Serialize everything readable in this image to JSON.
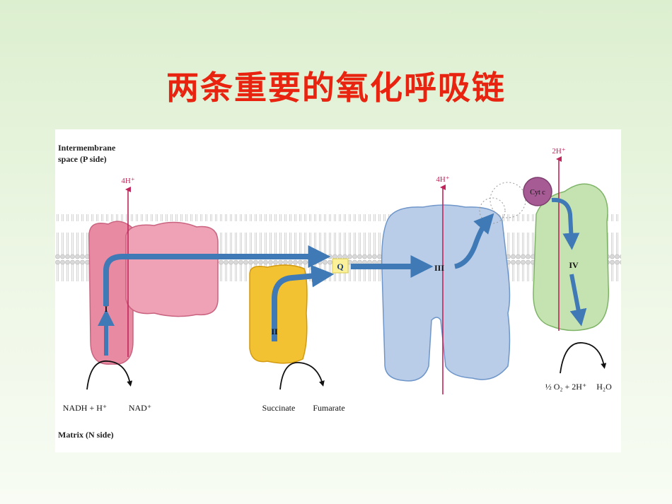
{
  "title": "两条重要的氧化呼吸链",
  "diagram": {
    "intermembrane_label_1": "Intermembrane",
    "intermembrane_label_2": "space (P side)",
    "matrix_label": "Matrix (N side)",
    "complex_I": "I",
    "complex_II": "II",
    "complex_III": "III",
    "complex_IV": "IV",
    "q_label": "Q",
    "cyt_c": "Cyt c",
    "proton_I": "4H⁺",
    "proton_III": "4H⁺",
    "proton_IV": "2H⁺",
    "nadh": "NADH + H⁺",
    "nad": "NAD⁺",
    "succinate": "Succinate",
    "fumarate": "Fumarate",
    "oxygen": "½ O₂ + 2H⁺",
    "water": "H₂O",
    "colors": {
      "title": "#e8230f",
      "complex_I": "#e98aa3",
      "complex_II": "#f2c232",
      "complex_III": "#b9cde8",
      "complex_IV": "#c5e3b0",
      "cyt_c": "#a65b94",
      "arrow": "#3f79b6",
      "proton": "#c0245a"
    }
  }
}
